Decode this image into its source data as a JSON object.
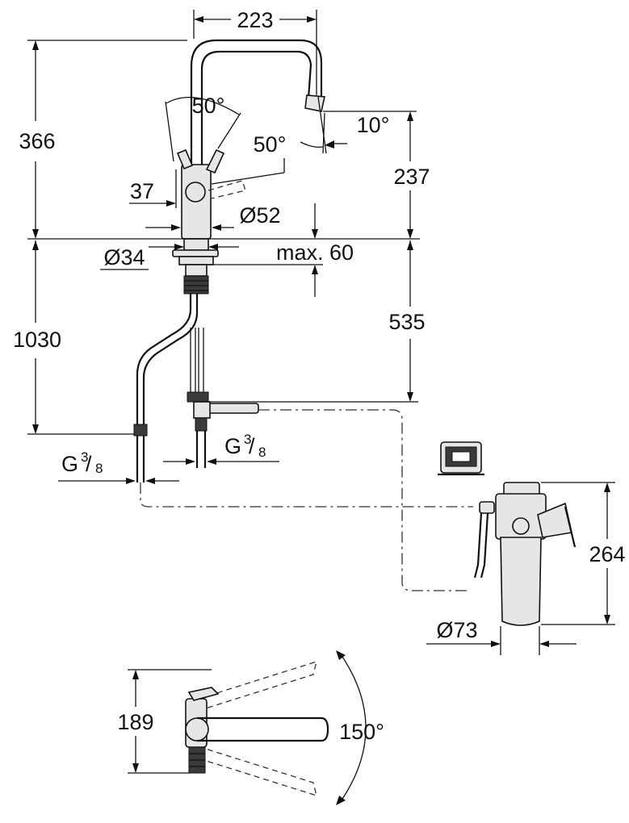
{
  "dimensions": {
    "width_top": "223",
    "height_total": "366",
    "lever_angle_left": "50°",
    "lever_angle_right": "50°",
    "spout_angle": "10°",
    "spout_height": "237",
    "lever_offset": "37",
    "body_diameter": "Ø52",
    "base_diameter": "Ø34",
    "deck_thickness": "max. 60",
    "hose_length": "1030",
    "hose_depth": "535",
    "filter_height": "264",
    "filter_diameter": "Ø73",
    "swivel_depth": "189",
    "swivel_angle": "150°"
  },
  "connections": {
    "left": {
      "prefix": "G",
      "sup": "3",
      "sub": "8"
    },
    "right": {
      "prefix": "G",
      "sup": "3",
      "sub": "8"
    }
  },
  "colors": {
    "line": "#111111",
    "fill": "#e6e6e6"
  }
}
